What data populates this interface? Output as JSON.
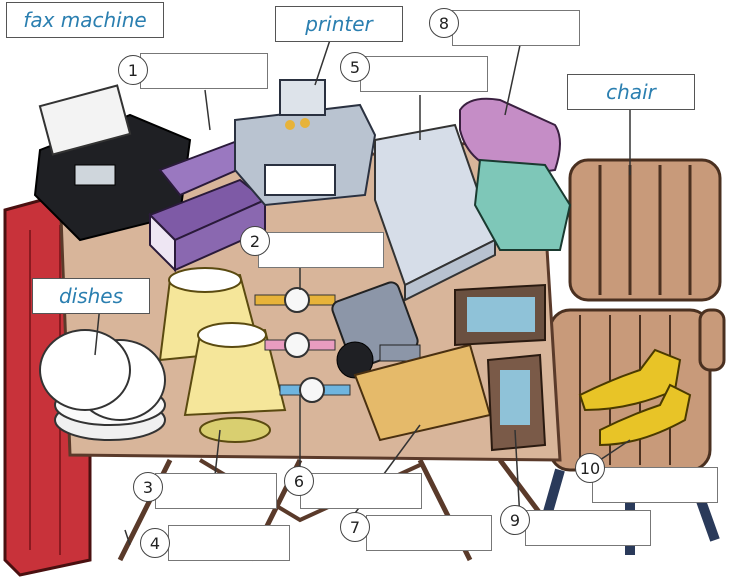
{
  "labels": {
    "fax_machine": "fax machine",
    "printer": "printer",
    "chair": "chair",
    "dishes": "dishes"
  },
  "numbers": {
    "n1": "1",
    "n2": "2",
    "n3": "3",
    "n4": "4",
    "n5": "5",
    "n6": "6",
    "n7": "7",
    "n8": "8",
    "n9": "9",
    "n10": "10"
  },
  "colors": {
    "label_text": "#2b7fb0",
    "table_top": "#d8b59a",
    "sofa_red": "#c8323a",
    "chair_wood": "#c89a7a"
  }
}
